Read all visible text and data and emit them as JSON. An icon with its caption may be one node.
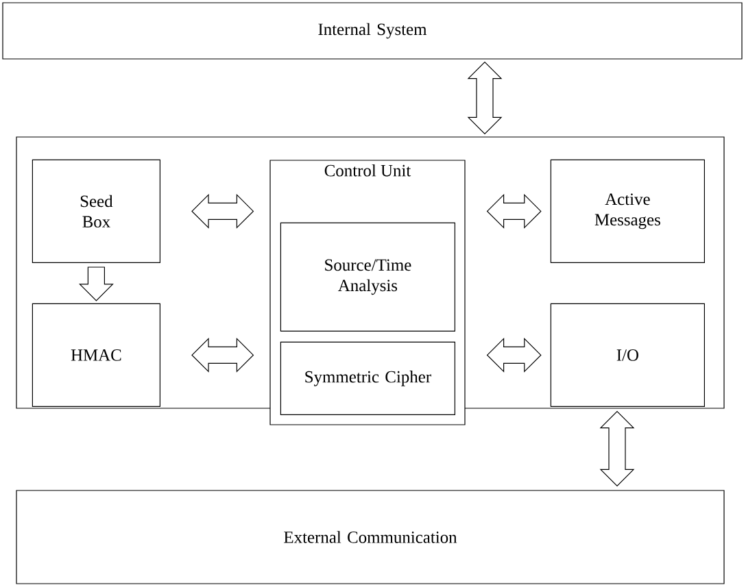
{
  "diagram": {
    "nodes": [
      {
        "text": [
          "Internal System"
        ]
      },
      {
        "text": [],
        "shape": "box"
      },
      {
        "text": [
          "Seed Box"
        ],
        "in": 1
      },
      {
        "text": [
          "Control Unit"
        ]
      },
      {
        "text": [
          "Source/Time Analysis"
        ],
        "in": 3
      },
      {
        "text": [
          "Active Messages"
        ],
        "in": 1
      },
      {
        "text": [
          "HMAC"
        ],
        "in": 1
      },
      {
        "text": [
          "Symmetric Cipher"
        ],
        "in": 3
      },
      {
        "text": [
          "I/O"
        ],
        "in": 1
      },
      {
        "text": [
          "External Communication"
        ]
      }
    ],
    "edges": [
      {
        "from": 0,
        "to": 1,
        "arrow": "both"
      },
      {
        "from": 2,
        "to": 3,
        "arrow": "both"
      },
      {
        "from": 3,
        "to": 5,
        "arrow": "both"
      },
      {
        "from": 2,
        "to": 6,
        "arrow": "to"
      },
      {
        "from": 6,
        "to": 3,
        "arrow": "both"
      },
      {
        "from": 3,
        "to": 8,
        "arrow": "both"
      },
      {
        "from": 1,
        "to": 9,
        "arrow": "both"
      }
    ]
  }
}
